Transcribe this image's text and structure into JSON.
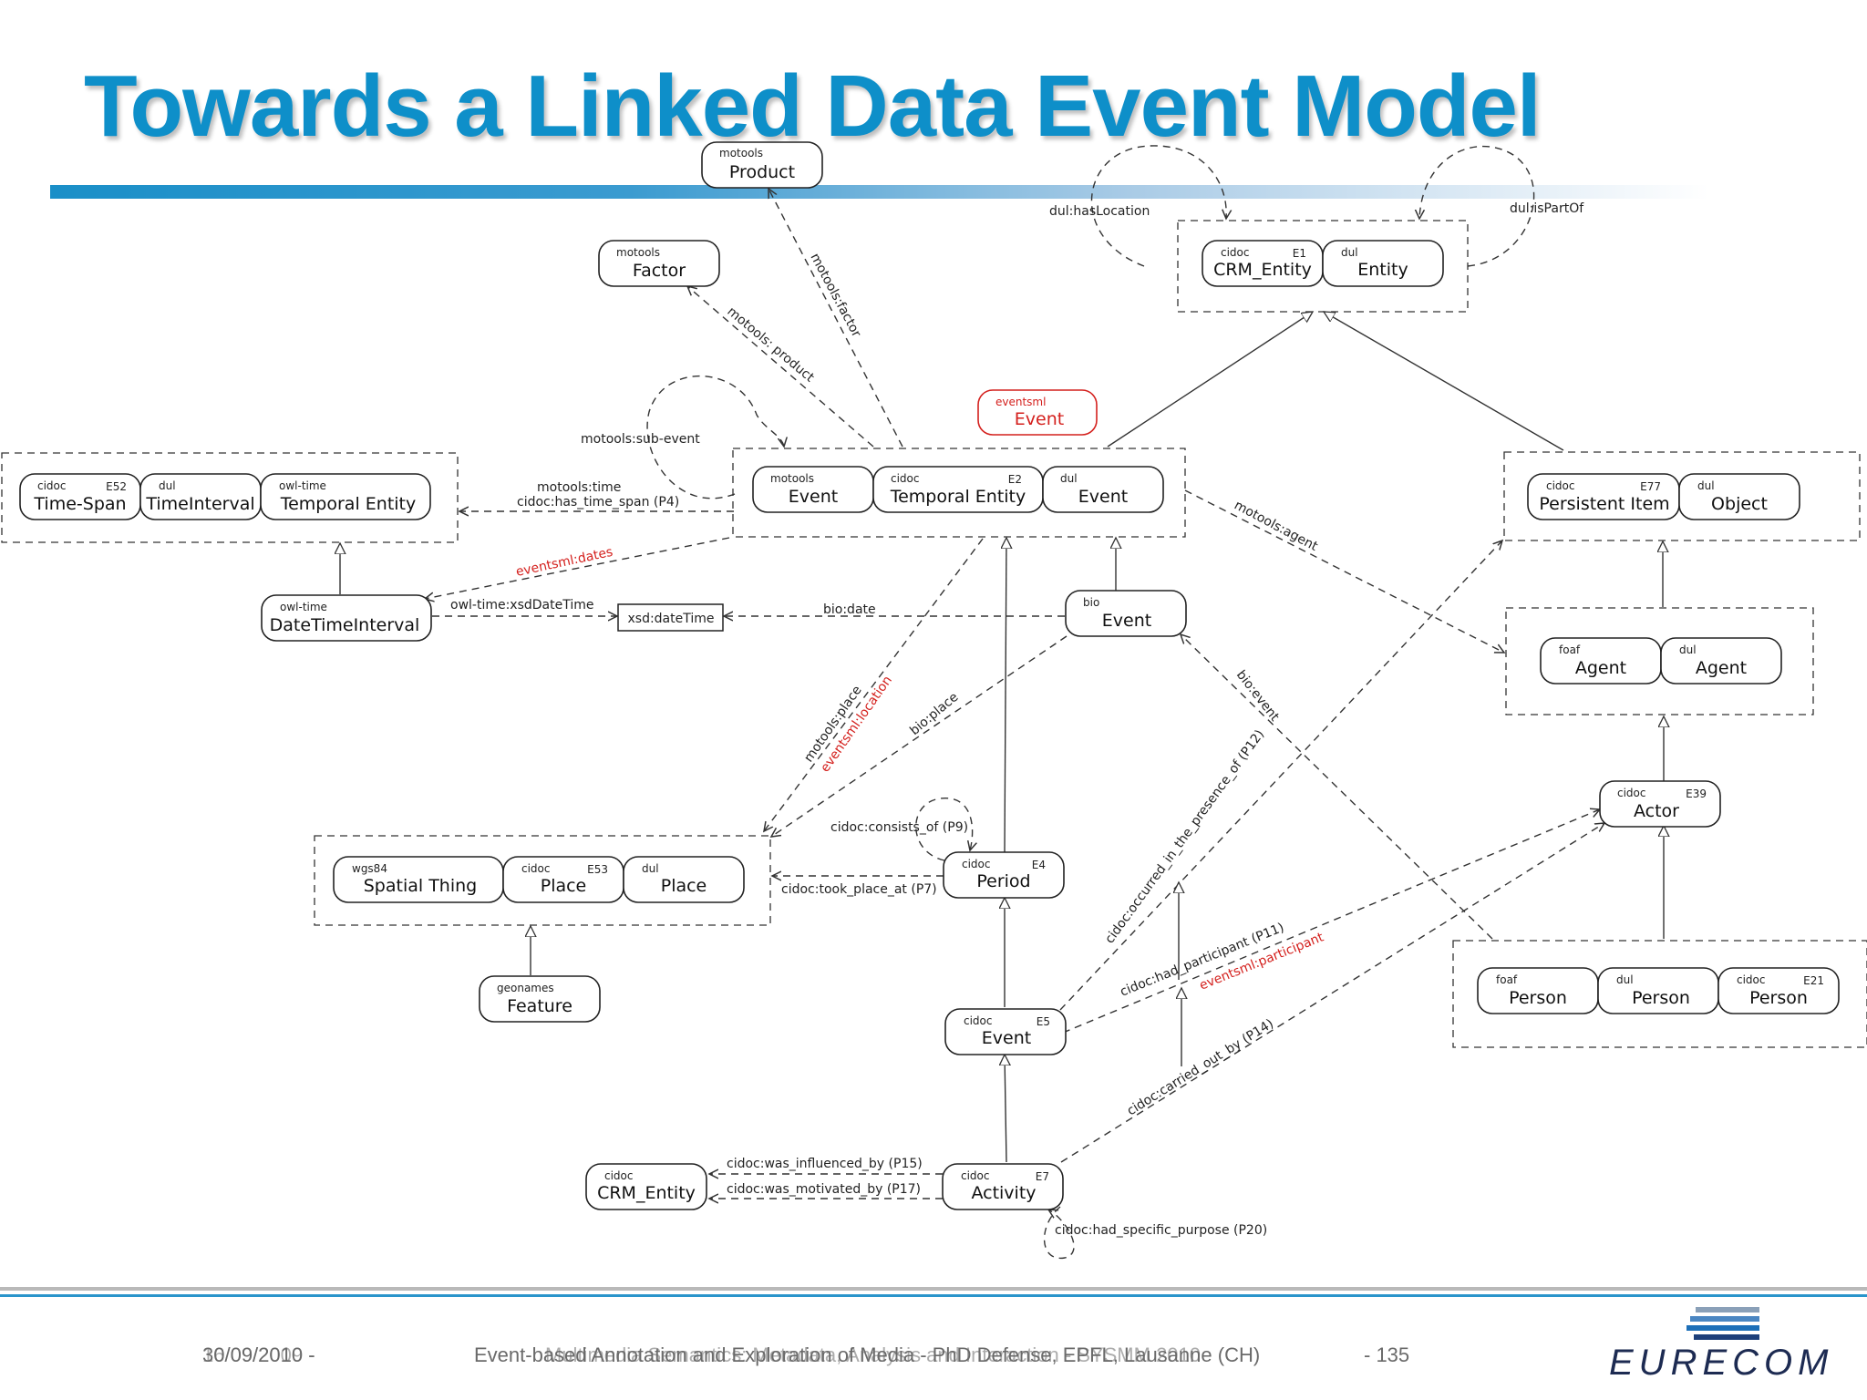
{
  "title": "Towards a Linked Data Event Model",
  "nodes": {
    "motools_product": {
      "ns": "motools",
      "code": "",
      "name": "Product"
    },
    "motools_factor": {
      "ns": "motools",
      "code": "",
      "name": "Factor"
    },
    "cidoc_crm_entity_top": {
      "ns": "cidoc",
      "code": "E1",
      "name": "CRM_Entity"
    },
    "dul_entity": {
      "ns": "dul",
      "code": "",
      "name": "Entity"
    },
    "eventsml_event": {
      "ns": "eventsml",
      "code": "",
      "name": "Event"
    },
    "motools_event": {
      "ns": "motools",
      "code": "",
      "name": "Event"
    },
    "cidoc_temporal_entity": {
      "ns": "cidoc",
      "code": "E2",
      "name": "Temporal Entity"
    },
    "dul_event": {
      "ns": "dul",
      "code": "",
      "name": "Event"
    },
    "cidoc_time_span": {
      "ns": "cidoc",
      "code": "E52",
      "name": "Time-Span"
    },
    "dul_time_interval": {
      "ns": "dul",
      "code": "",
      "name": "TimeInterval"
    },
    "owltime_temporal_entity": {
      "ns": "owl-time",
      "code": "",
      "name": "Temporal Entity"
    },
    "owltime_datetimeinterval": {
      "ns": "owl-time",
      "code": "",
      "name": "DateTimeInterval"
    },
    "xsd_datetime": {
      "ns": "",
      "code": "",
      "name": "xsd:dateTime"
    },
    "bio_event": {
      "ns": "bio",
      "code": "",
      "name": "Event"
    },
    "cidoc_persistent_item": {
      "ns": "cidoc",
      "code": "E77",
      "name": "Persistent Item"
    },
    "dul_object": {
      "ns": "dul",
      "code": "",
      "name": "Object"
    },
    "foaf_agent": {
      "ns": "foaf",
      "code": "",
      "name": "Agent"
    },
    "dul_agent": {
      "ns": "dul",
      "code": "",
      "name": "Agent"
    },
    "cidoc_actor": {
      "ns": "cidoc",
      "code": "E39",
      "name": "Actor"
    },
    "wgs84_spatial_thing": {
      "ns": "wgs84",
      "code": "",
      "name": "Spatial Thing"
    },
    "cidoc_place": {
      "ns": "cidoc",
      "code": "E53",
      "name": "Place"
    },
    "dul_place": {
      "ns": "dul",
      "code": "",
      "name": "Place"
    },
    "geonames_feature": {
      "ns": "geonames",
      "code": "",
      "name": "Feature"
    },
    "cidoc_period": {
      "ns": "cidoc",
      "code": "E4",
      "name": "Period"
    },
    "cidoc_event": {
      "ns": "cidoc",
      "code": "E5",
      "name": "Event"
    },
    "cidoc_activity": {
      "ns": "cidoc",
      "code": "E7",
      "name": "Activity"
    },
    "cidoc_crm_entity_bottom": {
      "ns": "cidoc",
      "code": "",
      "name": "CRM_Entity"
    },
    "foaf_person": {
      "ns": "foaf",
      "code": "",
      "name": "Person"
    },
    "dul_person": {
      "ns": "dul",
      "code": "",
      "name": "Person"
    },
    "cidoc_person": {
      "ns": "cidoc",
      "code": "E21",
      "name": "Person"
    }
  },
  "edges": {
    "has_location": "dul:hasLocation",
    "is_part_of": "dul:isPartOf",
    "motools_factor": "motools:factor",
    "motools_product": "motools: product",
    "motools_sub_event": "motools:sub-event",
    "motools_time": "motools:time",
    "cidoc_has_time_span": "cidoc:has_time_span (P4)",
    "eventsml_dates": "eventsml:dates",
    "owl_time_xsd_datetime": "owl-time:xsdDateTime",
    "bio_date": "bio:date",
    "motools_agent": "motools:agent",
    "motools_place": "motools:place",
    "eventsml_location": "eventsml:location",
    "bio_place": "bio:place",
    "bio_event": "bio:event",
    "cidoc_consists_of": "cidoc:consists_of (P9)",
    "cidoc_took_place_at": "cidoc:took_place_at (P7)",
    "cidoc_occurred_in_presence_of": "cidoc:occurred_in_the_presence_of (P12)",
    "cidoc_had_participant": "cidoc:had_participant (P11)",
    "eventsml_participant": "eventsml:participant",
    "cidoc_carried_out_by": "cidoc:carried_out_by (P14)",
    "cidoc_was_influenced_by": "cidoc:was_influenced_by (P15)",
    "cidoc_was_motivated_by": "cidoc:was_motivated_by (P17)",
    "cidoc_had_specific_purpose": "cidoc:had_specific_purpose (P20)"
  },
  "footer": {
    "date": "30/09/2010 -",
    "date_overlay": "16/09/2009 -",
    "center": "Event-based Annotation and Exploration of Media - PhD Defense, EPFL, Lausanne (CH)",
    "center_overlay": "Multimedia Semantics: Metadata, Analysis and Interaction - SYSMM 2010",
    "page": "- 135",
    "logo": "EURECOM"
  },
  "colors": {
    "title": "#0e8fc9",
    "accent_red": "#d4201d",
    "footer_blue": "#2a95cb"
  }
}
